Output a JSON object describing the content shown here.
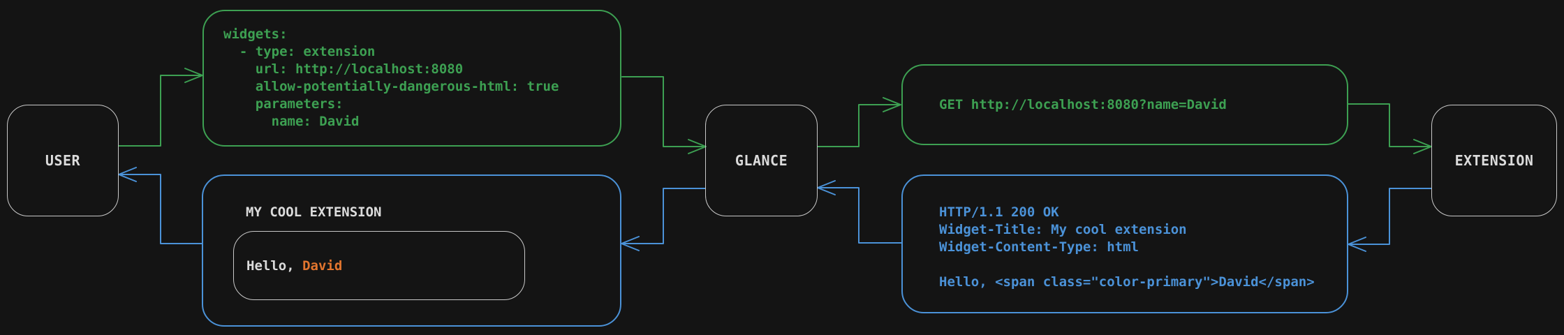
{
  "colors": {
    "background": "#141414",
    "green": "#3DA052",
    "blue": "#4B92D8",
    "orange": "#E2752E",
    "node_border": "#C9C9C9",
    "text_light": "#DCDCDC"
  },
  "nodes": {
    "user": "USER",
    "glance": "GLANCE",
    "extension": "EXTENSION"
  },
  "config_box": {
    "lines": [
      "widgets:",
      "  - type: extension",
      "    url: http://localhost:8080",
      "    allow-potentially-dangerous-html: true",
      "    parameters:",
      "      name: David"
    ]
  },
  "request_box": {
    "text": "GET http://localhost:8080?name=David"
  },
  "response_box": {
    "lines": [
      "HTTP/1.1 200 OK",
      "Widget-Title: My cool extension",
      "Widget-Content-Type: html",
      "",
      "Hello, <span class=\"color-primary\">David</span>"
    ]
  },
  "widget_box": {
    "title": "MY COOL EXTENSION",
    "greeting_prefix": "Hello, ",
    "greeting_name": "David"
  }
}
